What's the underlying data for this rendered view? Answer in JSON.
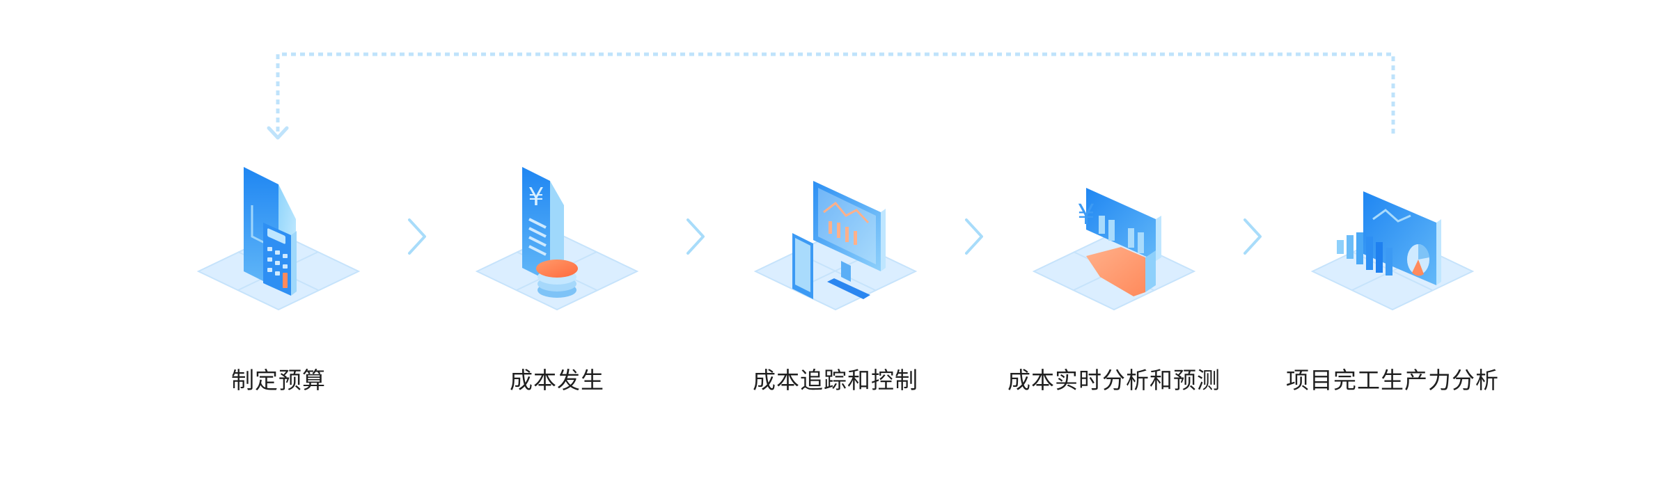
{
  "colors": {
    "accent": "#1a7ff0",
    "accent_light": "#8ed0fb",
    "orange": "#ff8a5c",
    "plate": "#dbeeff",
    "dotted_line": "#bfe3fb",
    "chevron": "#a8dcfa",
    "text": "#1f1f1f"
  },
  "steps": [
    {
      "label": "制定预算",
      "icon": "calculator-document-icon"
    },
    {
      "label": "成本发生",
      "icon": "yen-document-coins-icon"
    },
    {
      "label": "成本追踪和控制",
      "icon": "monitor-phone-chart-icon"
    },
    {
      "label": "成本实时分析和预测",
      "icon": "yen-board-chart-icon"
    },
    {
      "label": "项目完工生产力分析",
      "icon": "bar-pie-dashboard-icon"
    }
  ],
  "connector_icon": "chevron-right-icon",
  "loop_icon": "dotted-loop-arrow-icon"
}
